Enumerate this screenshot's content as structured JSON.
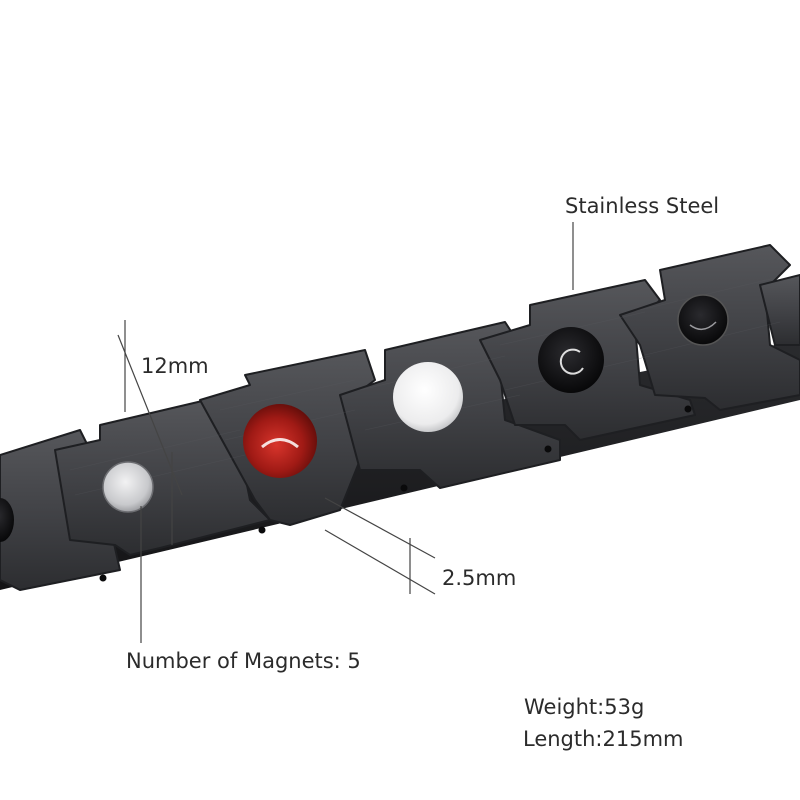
{
  "annotations": {
    "material": "Stainless Steel",
    "width": "12mm",
    "thickness": "2.5mm",
    "magnets": "Number of Magnets: 5"
  },
  "specs": {
    "weight": "Weight:53g",
    "length": "Length:215mm"
  },
  "colors": {
    "background": "#ffffff",
    "link_metal": "#3f4043",
    "link_edge": "#26272a",
    "magnet_red": "#b01f1a",
    "magnet_black": "#0c0c0e",
    "magnet_silver": "#d9dadc",
    "magnet_white": "#f4f4f4",
    "leader_line": "#444444"
  }
}
